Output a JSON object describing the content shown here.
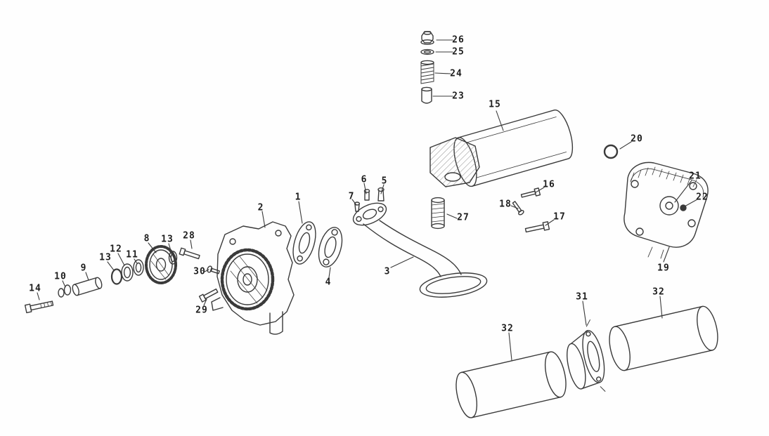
{
  "figure": {
    "background": "#fefefe",
    "line_color": "#3a3a3a",
    "label_color": "#1d1d1d"
  },
  "callouts": [
    {
      "label": "26",
      "part": "cap-nut"
    },
    {
      "label": "25",
      "part": "sealing-washer"
    },
    {
      "label": "24",
      "part": "spring"
    },
    {
      "label": "23",
      "part": "plunger"
    },
    {
      "label": "15",
      "part": "oil-filter-assembly"
    },
    {
      "label": "20",
      "part": "o-ring"
    },
    {
      "label": "21",
      "part": "cooler-boss"
    },
    {
      "label": "22",
      "part": "cooler-plug"
    },
    {
      "label": "16",
      "part": "bolt"
    },
    {
      "label": "18",
      "part": "stud"
    },
    {
      "label": "17",
      "part": "bolt"
    },
    {
      "label": "27",
      "part": "outlet-fitting"
    },
    {
      "label": "19",
      "part": "oil-cooler"
    },
    {
      "label": "5",
      "part": "bolt"
    },
    {
      "label": "6",
      "part": "bolt"
    },
    {
      "label": "7",
      "part": "bolt"
    },
    {
      "label": "3",
      "part": "suction-tube"
    },
    {
      "label": "4",
      "part": "gasket"
    },
    {
      "label": "1",
      "part": "pump-cover"
    },
    {
      "label": "2",
      "part": "pump-body"
    },
    {
      "label": "28",
      "part": "bolt"
    },
    {
      "label": "30",
      "part": "screw"
    },
    {
      "label": "29",
      "part": "bolt"
    },
    {
      "label": "8",
      "part": "drive-gear"
    },
    {
      "label": "13",
      "part": "ring"
    },
    {
      "label": "12",
      "part": "ring"
    },
    {
      "label": "13",
      "part": "ring"
    },
    {
      "label": "11",
      "part": "ring"
    },
    {
      "label": "9",
      "part": "spacer-sleeve"
    },
    {
      "label": "10",
      "part": "washer"
    },
    {
      "label": "14",
      "part": "bolt"
    },
    {
      "label": "31",
      "part": "coupling"
    },
    {
      "label": "32",
      "part": "hose"
    },
    {
      "label": "32",
      "part": "hose"
    }
  ]
}
